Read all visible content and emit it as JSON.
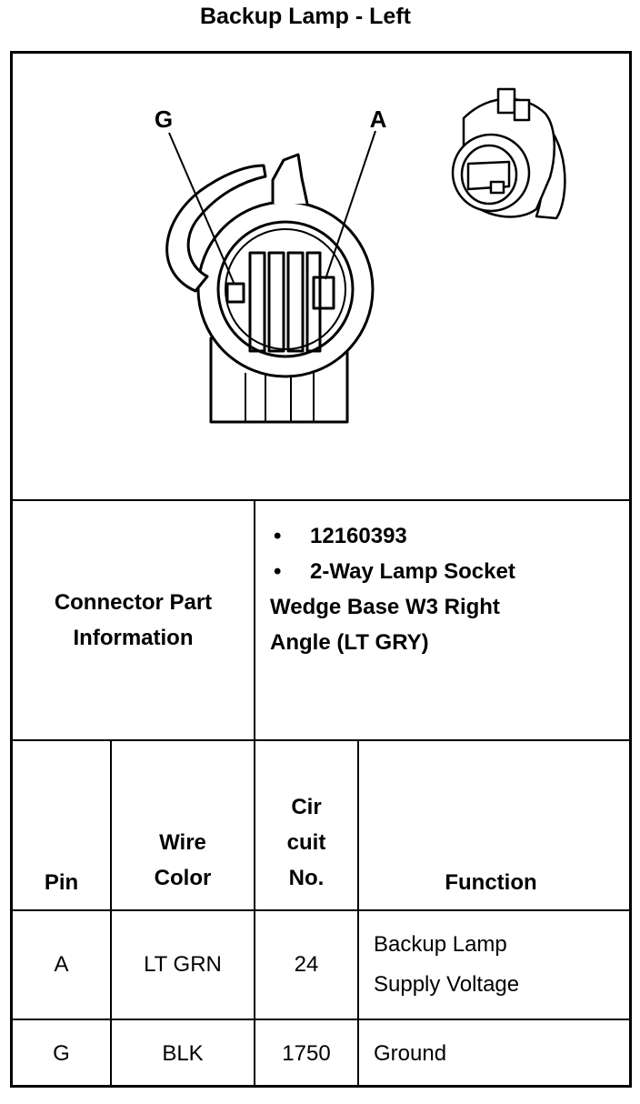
{
  "title": "Backup Lamp - Left",
  "diagram": {
    "pin_labels": [
      "G",
      "A"
    ]
  },
  "connector": {
    "label_line1": "Connector Part",
    "label_line2": "Information",
    "bullets": [
      "12160393",
      "2-Way Lamp Socket"
    ],
    "description_lines": [
      "Wedge Base W3 Right",
      "Angle (LT GRY)"
    ],
    "bullet_symbol": "•"
  },
  "table": {
    "headers": {
      "pin": "Pin",
      "wire_color": [
        "Wire",
        "Color"
      ],
      "circuit": [
        "Cir",
        "cuit",
        "No."
      ],
      "function": "Function"
    },
    "rows": [
      {
        "pin": "A",
        "wire_color": "LT GRN",
        "circuit": "24",
        "function": [
          "Backup Lamp",
          "Supply Voltage"
        ]
      },
      {
        "pin": "G",
        "wire_color": "BLK",
        "circuit": "1750",
        "function": [
          "Ground"
        ]
      }
    ]
  }
}
